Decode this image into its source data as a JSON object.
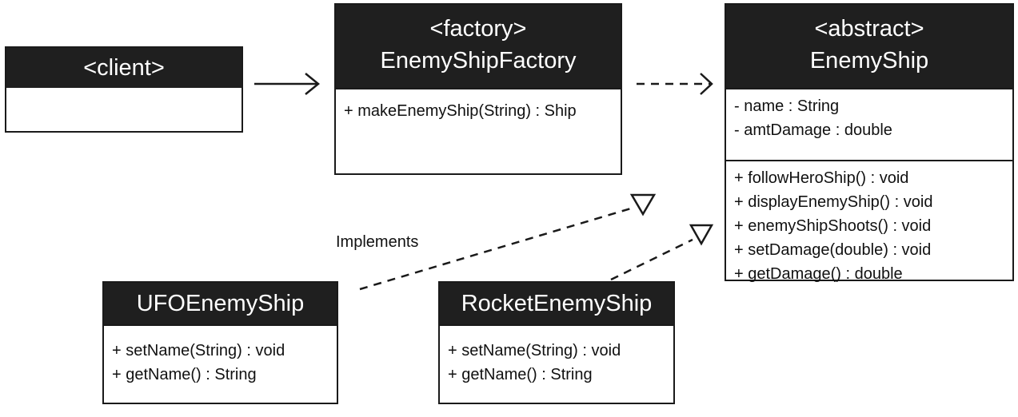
{
  "client": {
    "stereotype": "<client>"
  },
  "factory": {
    "stereotype": "<factory>",
    "name": "EnemyShipFactory",
    "methods": [
      "+ makeEnemyShip(String) : Ship"
    ]
  },
  "enemy_ship": {
    "stereotype": "<abstract>",
    "name": "EnemyShip",
    "attributes": [
      "- name : String",
      "- amtDamage : double"
    ],
    "methods": [
      "+ followHeroShip() : void",
      "+ displayEnemyShip() : void",
      "+ enemyShipShoots() : void",
      "+ setDamage(double) : void",
      "+ getDamage() : double"
    ]
  },
  "ufo_enemy_ship": {
    "name": "UFOEnemyShip",
    "methods": [
      "+ setName(String) : void",
      "+ getName() : String"
    ]
  },
  "rocket_enemy_ship": {
    "name": "RocketEnemyShip",
    "methods": [
      "+ setName(String) : void",
      "+ getName() : String"
    ]
  },
  "implements_label": "Implements"
}
